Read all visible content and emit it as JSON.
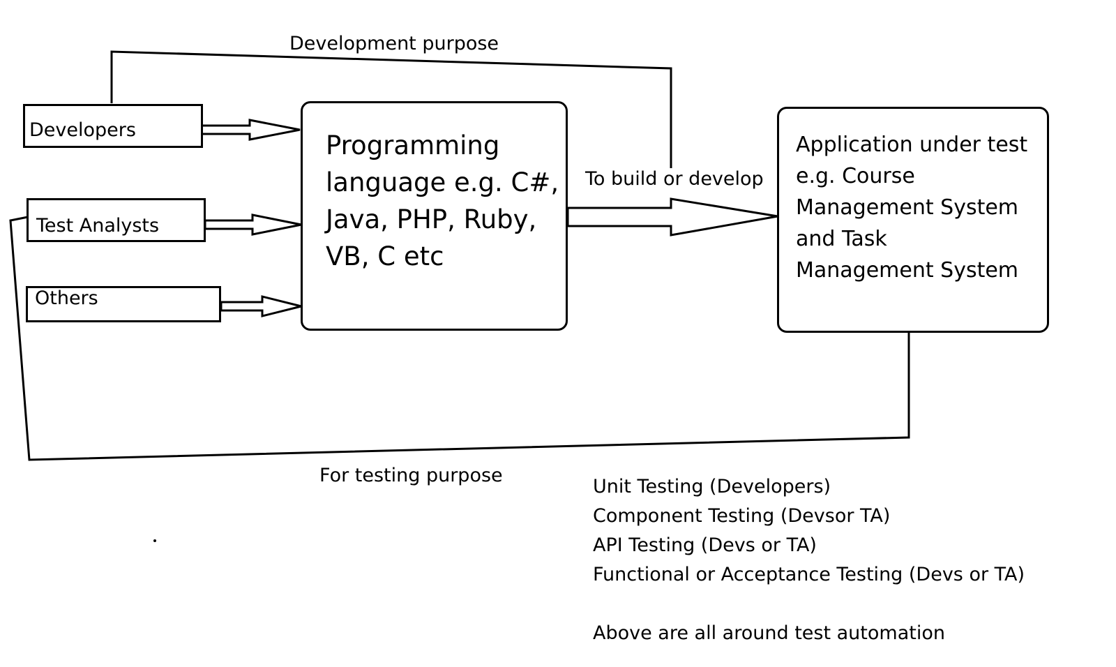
{
  "labels": {
    "development_purpose": "Development purpose",
    "to_build_or_develop": "To build or develop",
    "for_testing_purpose": "For testing purpose"
  },
  "actors": {
    "developers": "Developers",
    "test_analysts": "Test Analysts",
    "others": "Others"
  },
  "programming_box": {
    "lines": [
      "Programming",
      "language e.g. C#,",
      "Java, PHP, Ruby,",
      "VB, C etc"
    ]
  },
  "application_box": {
    "lines": [
      "Application under test",
      "e.g. Course",
      "Management System",
      "and Task",
      "Management System"
    ]
  },
  "notes": {
    "items": [
      "Unit Testing (Developers)",
      "Component Testing (Devsor TA)",
      "API Testing (Devs or TA)",
      "Functional or Acceptance Testing (Devs or TA)"
    ],
    "summary": "Above are all around test automation"
  }
}
